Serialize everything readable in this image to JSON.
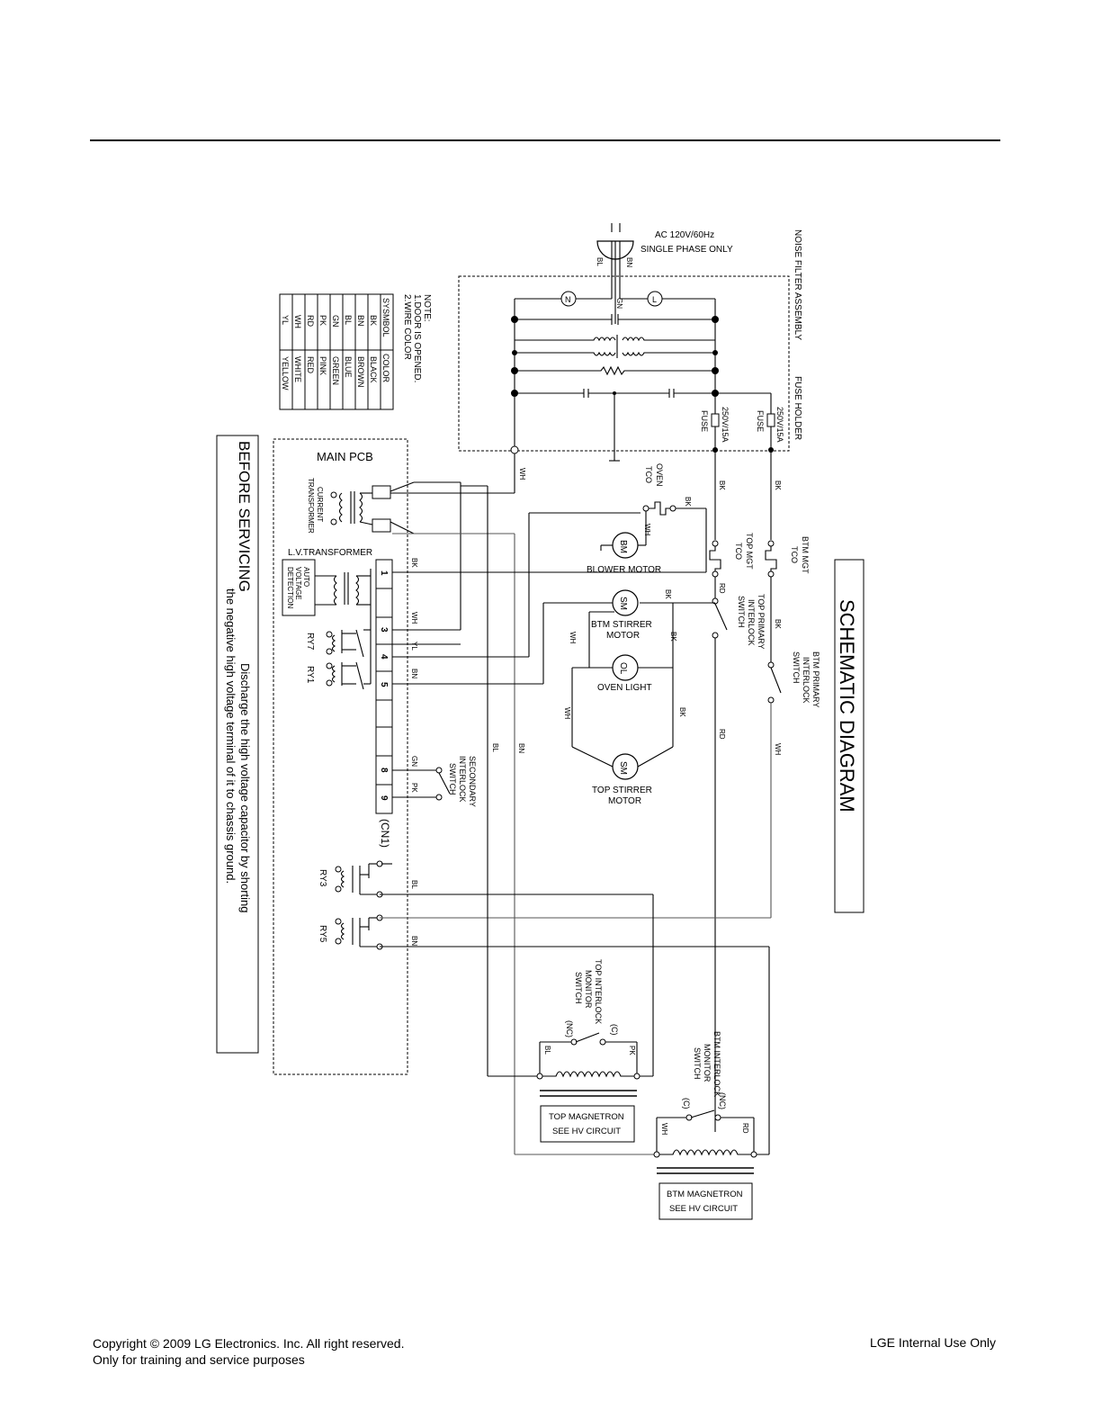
{
  "page": {
    "footer_copyright": "Copyright © 2009 LG Electronics. Inc. All right reserved.",
    "footer_purpose": "Only for training and service purposes",
    "footer_internal": "LGE Internal Use Only"
  },
  "diagram": {
    "title": "SCHEMATIC DIAGRAM",
    "before_servicing": {
      "heading": "BEFORE SERVICING",
      "line1": "Discharge the high voltage capacitor by shorting",
      "line2": "the negative high voltage terminal of it to chassis ground."
    },
    "note": {
      "title": "NOTE:",
      "line1": "1.DOOR IS OPENED.",
      "line2": "2.WIRE COLOR",
      "header_symbol": "SYSMBOL",
      "header_color": "COLOR",
      "rows": [
        {
          "symbol": "BK",
          "color": "BLACK"
        },
        {
          "symbol": "BN",
          "color": "BROWN"
        },
        {
          "symbol": "BL",
          "color": "BLUE"
        },
        {
          "symbol": "GN",
          "color": "GREEN"
        },
        {
          "symbol": "PK",
          "color": "PINK"
        },
        {
          "symbol": "RD",
          "color": "RED"
        },
        {
          "symbol": "WH",
          "color": "WHITE"
        },
        {
          "symbol": "YL",
          "color": "YELLOW"
        }
      ]
    },
    "power": {
      "line1": "AC 120V/60Hz",
      "line2": "SINGLE PHASE ONLY"
    },
    "labels": {
      "noise_filter": "NOISE FILTER ASSEMBLY",
      "fuse_holder": "FUSE HOLDER",
      "fuse_rating": "250V/15A",
      "fuse": "FUSE",
      "N": "N",
      "L": "L",
      "main_pcb": "MAIN PCB",
      "current_transformer_1": "CURRENT",
      "current_transformer_2": "TRANSFORMER",
      "lv_transformer": "L.V.TRANSFORMER",
      "auto_voltage_1": "AUTO",
      "auto_voltage_2": "VOLTAGE",
      "auto_voltage_3": "DETECTION",
      "cn1": "(CN1)",
      "oven_tco_1": "OVEN",
      "oven_tco_2": "TCO",
      "top_mgt_tco_1": "TOP MGT",
      "top_mgt_tco_2": "TCO",
      "btm_mgt_tco_1": "BTM MGT",
      "btm_mgt_tco_2": "TCO",
      "top_primary_1": "TOP PRIMARY",
      "top_primary_2": "INTERLOCK",
      "top_primary_3": "SWITCH",
      "btm_primary_1": "BTM PRIMARY",
      "btm_primary_2": "INTERLOCK",
      "btm_primary_3": "SWITCH",
      "secondary_1": "SECONDARY",
      "secondary_2": "INTERLOCK",
      "secondary_3": "SWITCH",
      "bm": "BM",
      "blower_motor": "BLOWER MOTOR",
      "sm": "SM",
      "btm_stirrer_1": "BTM STIRRER",
      "btm_stirrer_2": "MOTOR",
      "ol": "OL",
      "oven_light": "OVEN LIGHT",
      "top_stirrer_1": "TOP STIRRER",
      "top_stirrer_2": "MOTOR",
      "top_monitor_1": "TOP INTERLOCK",
      "top_monitor_2": "MONITOR",
      "top_monitor_3": "SWITCH",
      "btm_monitor_1": "BTM INTERLOCK",
      "btm_monitor_2": "MONITOR",
      "btm_monitor_3": "SWITCH",
      "nc": "(NC)",
      "c": "(C)",
      "top_magnetron_1": "TOP MAGNETRON",
      "top_magnetron_2": "SEE HV CIRCUIT",
      "btm_magnetron_1": "BTM MAGNETRON",
      "btm_magnetron_2": "SEE HV CIRCUIT",
      "ry7": "RY7",
      "ry1": "RY1",
      "ry3": "RY3",
      "ry5": "RY5"
    },
    "cn1_pins": [
      "1",
      "3",
      "4",
      "5",
      "8",
      "9"
    ],
    "wires": {
      "BL": "BL",
      "BN": "BN",
      "GN": "GN",
      "WH": "WH",
      "BK": "BK",
      "RD": "RD",
      "YL": "YL",
      "PK": "PK"
    }
  }
}
